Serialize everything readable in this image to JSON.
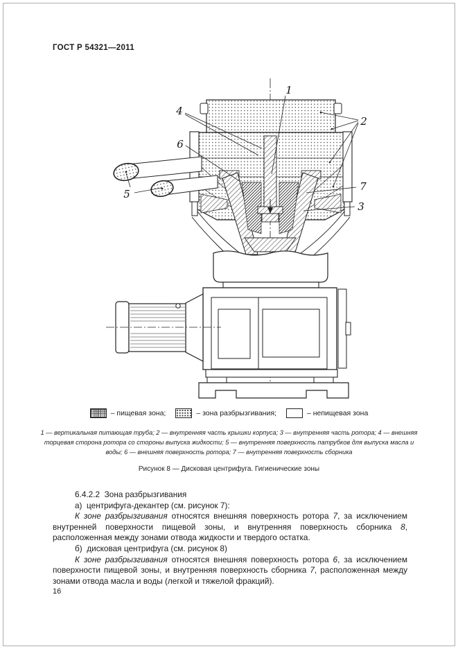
{
  "page": {
    "header": "ГОСТ Р 54321—2011",
    "number": "16"
  },
  "figure": {
    "callouts": {
      "c1": "1",
      "c2": "2",
      "c3": "3",
      "c4": "4",
      "c5": "5",
      "c6": "6",
      "c7": "7"
    },
    "legend": [
      {
        "pattern": "fine-grid",
        "label": "– пищевая зона;"
      },
      {
        "pattern": "dot-grid",
        "label": "– зона разбрызгивания;"
      },
      {
        "pattern": "empty",
        "label": "– непищевая зона"
      }
    ],
    "key_lines": [
      "1 — вертикальная питающая труба; 2 — внутренняя часть крышки корпуса; 3 — внутренняя часть ротора; 4 — внешняя",
      "торцевая сторона ротора со стороны выпуска жидкости; 5 — внутренняя поверхность патрубков для выпуска масла и",
      "воды; 6 — внешняя поверхность ротора; 7 — внутренняя поверхность сборника"
    ],
    "caption": "Рисунок 8 — Дисковая центрифуга. Гигиенические зоны"
  },
  "body": {
    "heading": "6.4.2.2  Зона разбрызгивания",
    "item_a": "а)  центрифуга-декантер (см. рисунок 7):",
    "p1": {
      "lead": "К зоне разбрызгивания",
      "r1": " относятся внешняя поверхность ротора ",
      "n1": "7",
      "r2": ", за исключением внутренней поверхности пищевой зоны, и внутренняя поверхность сборника ",
      "n2": "8",
      "r3": ", расположенная между зонами отвода жидкости и твердого остатка."
    },
    "item_b": "б)  дисковая центрифуга (см. рисунок 8)",
    "p2": {
      "lead": "К зоне разбрызгивания",
      "r1": " относятся внешняя поверхность ротора ",
      "n1": "6",
      "r2": ", за исключением поверхности пищевой зоны, и внутренняя поверхность сборника ",
      "n2": "7",
      "r3": ", расположенная между зонами отвода масла и воды (легкой и тяжелой фракций)."
    }
  }
}
